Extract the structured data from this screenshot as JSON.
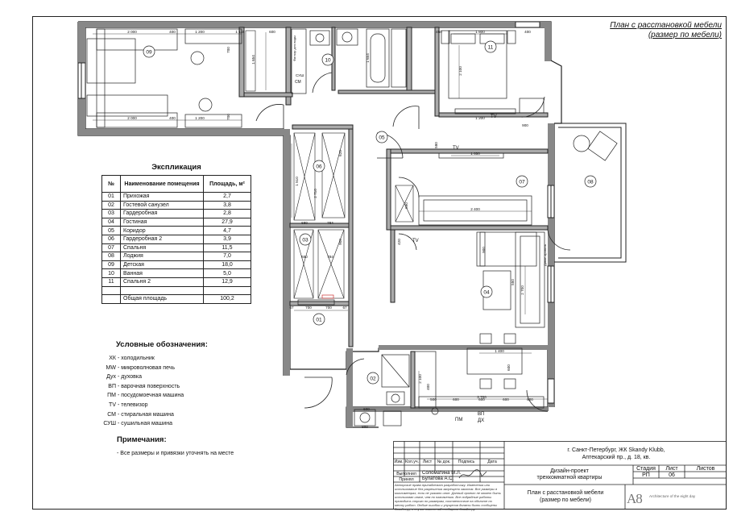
{
  "sheet_title": {
    "line1": "План с расстановкой мебели",
    "line2": "(размер по мебели)"
  },
  "plan": {
    "rooms": [
      "01",
      "02",
      "03",
      "04",
      "05",
      "06",
      "07",
      "08",
      "09",
      "10",
      "11"
    ],
    "dims": [
      "2 000",
      "400",
      "1 200",
      "1 116",
      "600",
      "450",
      "1 800",
      "400",
      "2 000",
      "400",
      "1 200",
      "700",
      "700",
      "1 654",
      "1 654",
      "2 100",
      "1 200",
      "900",
      "1 650",
      "2 400",
      "1 400",
      "2 700",
      "900",
      "1 510",
      "2 710",
      "2 100",
      "3 700",
      "500",
      "600",
      "150",
      "600",
      "150",
      "600",
      "150",
      "600",
      "700",
      "750",
      "700",
      "67",
      "67",
      "784",
      "784",
      "680",
      "550",
      "620",
      "400",
      "600",
      "800",
      "580",
      "420",
      "690",
      "600",
      "550",
      "900",
      "600"
    ],
    "labels": {
      "tv": "TV",
      "fridge": "Фильтр для воды",
      "sm": "СМ",
      "sush": "СУШ",
      "pm": "ПМ",
      "vp": "ВП",
      "dh": "ДХ",
      "sofa": "Диван-кровать"
    }
  },
  "explication": {
    "title": "Экспликация",
    "headers": [
      "№",
      "Наименование помещения",
      "Площадь, м²"
    ],
    "rows": [
      [
        "01",
        "Прихожая",
        "2,7"
      ],
      [
        "02",
        "Гостевой санузел",
        "3,8"
      ],
      [
        "03",
        "Гардеробная",
        "2,8"
      ],
      [
        "04",
        "Гостиная",
        "27,9"
      ],
      [
        "05",
        "Коридор",
        "4,7"
      ],
      [
        "06",
        "Гардеробная 2",
        "3,9"
      ],
      [
        "07",
        "Спальня",
        "11,5"
      ],
      [
        "08",
        "Лоджия",
        "7,0"
      ],
      [
        "09",
        "Детская",
        "18,0"
      ],
      [
        "10",
        "Ванная",
        "5,0"
      ],
      [
        "11",
        "Спальня 2",
        "12,9"
      ],
      [
        "",
        "",
        ""
      ],
      [
        "",
        "Общая площадь",
        "100,2"
      ]
    ]
  },
  "legend": {
    "title": "Условные обозначения:",
    "items": [
      [
        "ХК",
        "- холодильник"
      ],
      [
        "MW",
        "- микроволновая печь"
      ],
      [
        "Дух",
        "- духовка"
      ],
      [
        "ВП",
        "- варочная поверхность"
      ],
      [
        "ПМ",
        "- посудомоечная машина"
      ],
      [
        "TV",
        "- телевизор"
      ],
      [
        "СМ",
        "- стиральная машина"
      ],
      [
        "СУШ",
        "- сушильная машина"
      ]
    ]
  },
  "notes": {
    "title": "Примечания:",
    "text": "- Все размеры и привязки уточнять на месте"
  },
  "stamp": {
    "address1": "г. Санкт-Петербург, ЖК Skandy Klubb,",
    "address2": "Аптекарский пр., д. 18, кв.",
    "col_heads": [
      "Изм.",
      "Кол.уч.",
      "Лист",
      "№ док.",
      "Подпись",
      "Дата"
    ],
    "row1_role": "Выполнил",
    "row1_name": "Соломатина М.Л.",
    "row2_role": "Принял",
    "row2_name": "Булатова А.С.",
    "project1": "Дизайн-проект",
    "project2": "трехкомнатной квартиры",
    "stage_h": "Стадия",
    "sheet_h": "Лист",
    "sheets_h": "Листов",
    "stage": "РП",
    "sheet": "06",
    "title1": "План с расстановкой мебели",
    "title2": "(размер по мебели)",
    "fine_print": "Авторские права принадлежат разработчику. Изменения или использование без разрешения запрещено законом. Все размеры в миллиметрах, если не указано иное. Данный проект не может быть использован иначе, чем по назначению. Все подрядные работы проводить строго по размерам, соответствие на объекте по месту работ. Любые ошибки и упущения должны быть сообщены дизайнеру, в случае изменений сообщать дизайнеру.",
    "logo_mark": "A8",
    "logo_text": "Architecture of the eight day"
  }
}
